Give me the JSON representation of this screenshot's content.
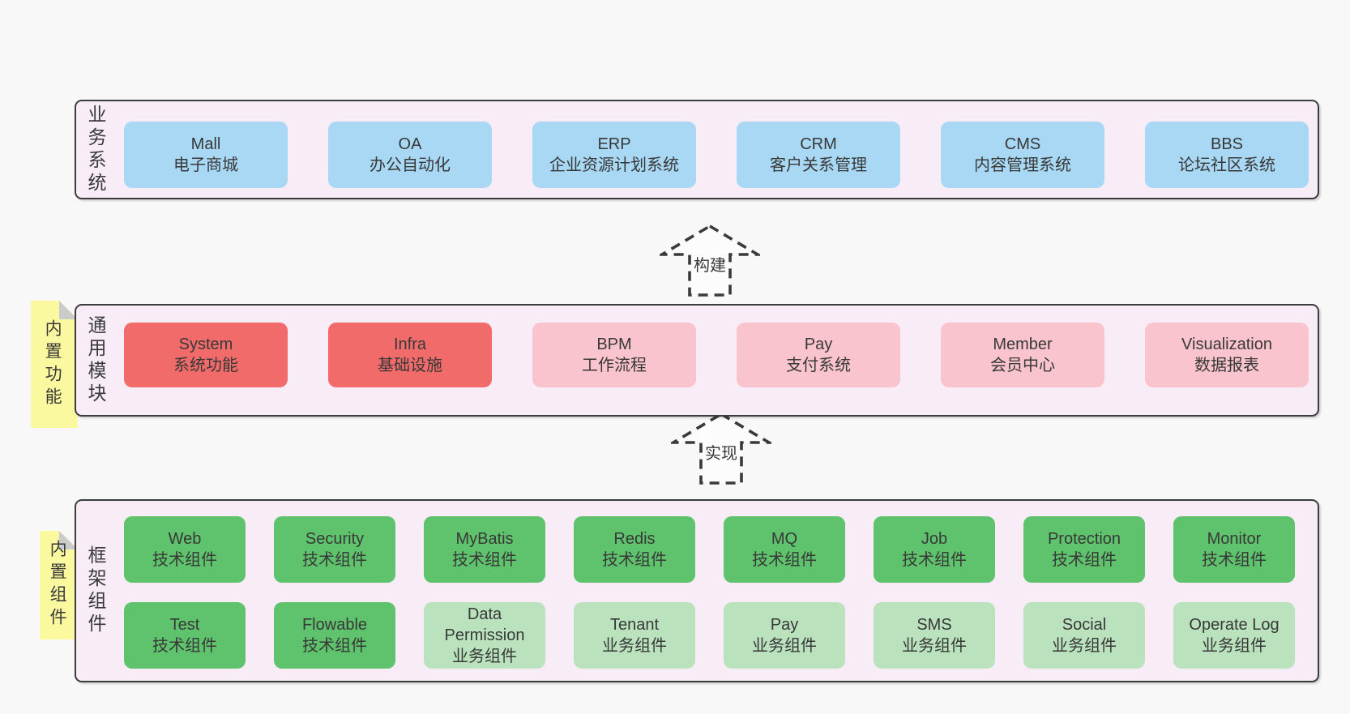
{
  "colors": {
    "page_bg": "#f8f8f8",
    "panel_bg": "#f8edf7",
    "panel_border": "#3c3c3c",
    "text": "#383838",
    "blue": "#a8d8f4",
    "red": "#f26b6b",
    "pink": "#f9c4cd",
    "green": "#5fc36d",
    "lightgreen": "#b9e2bd",
    "note_bg": "#fbf99f",
    "note_fold": "#cbcbcb"
  },
  "sections": [
    {
      "id": "business-systems",
      "label": "业务系统",
      "note": null,
      "rows": [
        [
          {
            "name": "Mall",
            "desc": "电子商城",
            "color": "blue"
          },
          {
            "name": "OA",
            "desc": "办公自动化",
            "color": "blue"
          },
          {
            "name": "ERP",
            "desc": "企业资源计划系统",
            "color": "blue"
          },
          {
            "name": "CRM",
            "desc": "客户关系管理",
            "color": "blue"
          },
          {
            "name": "CMS",
            "desc": "内容管理系统",
            "color": "blue"
          },
          {
            "name": "BBS",
            "desc": "论坛社区系统",
            "color": "blue"
          }
        ]
      ]
    },
    {
      "id": "common-modules",
      "label": "通用模块",
      "note": "内置功能",
      "rows": [
        [
          {
            "name": "System",
            "desc": "系统功能",
            "color": "red"
          },
          {
            "name": "Infra",
            "desc": "基础设施",
            "color": "red"
          },
          {
            "name": "BPM",
            "desc": "工作流程",
            "color": "pink"
          },
          {
            "name": "Pay",
            "desc": "支付系统",
            "color": "pink"
          },
          {
            "name": "Member",
            "desc": "会员中心",
            "color": "pink"
          },
          {
            "name": "Visualization",
            "desc": "数据报表",
            "color": "pink"
          }
        ]
      ]
    },
    {
      "id": "framework-components",
      "label": "框架组件",
      "note": "内置组件",
      "rows": [
        [
          {
            "name": "Web",
            "desc": "技术组件",
            "color": "green"
          },
          {
            "name": "Security",
            "desc": "技术组件",
            "color": "green"
          },
          {
            "name": "MyBatis",
            "desc": "技术组件",
            "color": "green"
          },
          {
            "name": "Redis",
            "desc": "技术组件",
            "color": "green"
          },
          {
            "name": "MQ",
            "desc": "技术组件",
            "color": "green"
          },
          {
            "name": "Job",
            "desc": "技术组件",
            "color": "green"
          },
          {
            "name": "Protection",
            "desc": "技术组件",
            "color": "green"
          },
          {
            "name": "Monitor",
            "desc": "技术组件",
            "color": "green"
          }
        ],
        [
          {
            "name": "Test",
            "desc": "技术组件",
            "color": "green"
          },
          {
            "name": "Flowable",
            "desc": "技术组件",
            "color": "green"
          },
          {
            "name": "Data Permission",
            "desc": "业务组件",
            "color": "lightgreen"
          },
          {
            "name": "Tenant",
            "desc": "业务组件",
            "color": "lightgreen"
          },
          {
            "name": "Pay",
            "desc": "业务组件",
            "color": "lightgreen"
          },
          {
            "name": "SMS",
            "desc": "业务组件",
            "color": "lightgreen"
          },
          {
            "name": "Social",
            "desc": "业务组件",
            "color": "lightgreen"
          },
          {
            "name": "Operate Log",
            "desc": "业务组件",
            "color": "lightgreen"
          }
        ]
      ]
    }
  ],
  "arrows": [
    {
      "label": "构建"
    },
    {
      "label": "实现"
    }
  ]
}
